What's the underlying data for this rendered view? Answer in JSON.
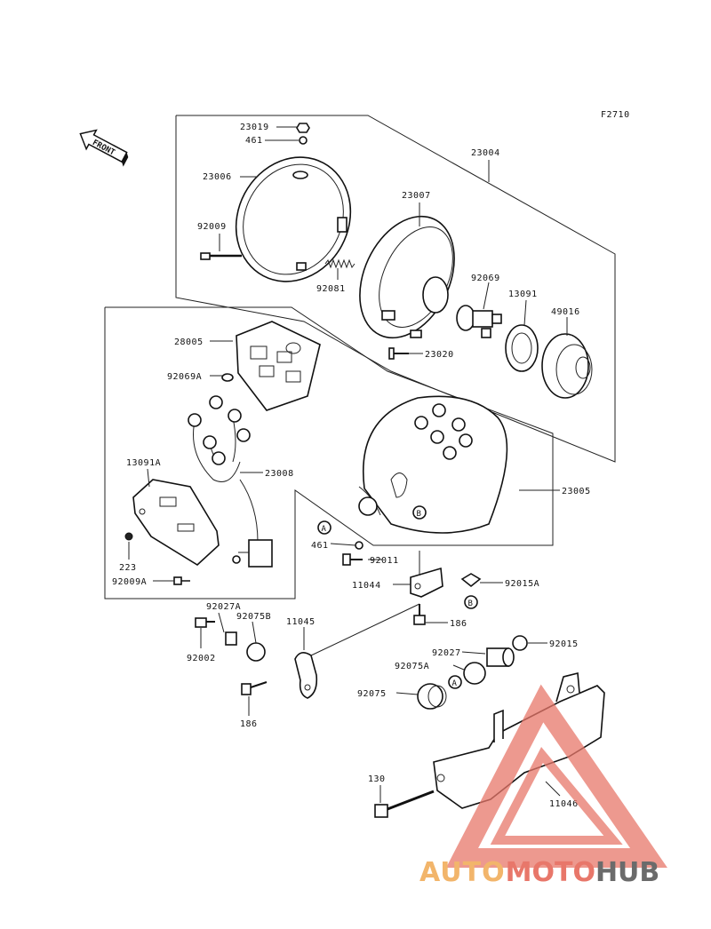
{
  "figure_code": "F2710",
  "direction_label": "FRONT",
  "callouts": {
    "p23019": "23019",
    "p461a": "461",
    "p23006": "23006",
    "p92009": "92009",
    "p92081": "92081",
    "p23007": "23007",
    "p23004": "23004",
    "p92069": "92069",
    "p13091": "13091",
    "p49016": "49016",
    "p23020": "23020",
    "p28005": "28005",
    "p92069A": "92069A",
    "p13091A": "13091A",
    "p23008": "23008",
    "p223": "223",
    "p92009A": "92009A",
    "p23005": "23005",
    "p461b": "461",
    "p92011": "92011",
    "p11044": "11044",
    "p92015A": "92015A",
    "p186a": "186",
    "p92027A": "92027A",
    "p92075B": "92075B",
    "p11045": "11045",
    "p92002": "92002",
    "p92027": "92027",
    "p92015": "92015",
    "p92075A": "92075A",
    "p92075": "92075",
    "p186b": "186",
    "p130": "130",
    "p11046": "11046"
  },
  "ref_markers": {
    "a1": "A",
    "b1": "B",
    "b2": "B",
    "a2": "A"
  },
  "watermark": {
    "part1": "AUTO",
    "part2": "MOTO",
    "part3": "HUB"
  },
  "colors": {
    "line": "#222222",
    "watermark_orange": "#f2b56b",
    "watermark_red": "#e8776a",
    "watermark_gray": "#6b6b6b"
  }
}
